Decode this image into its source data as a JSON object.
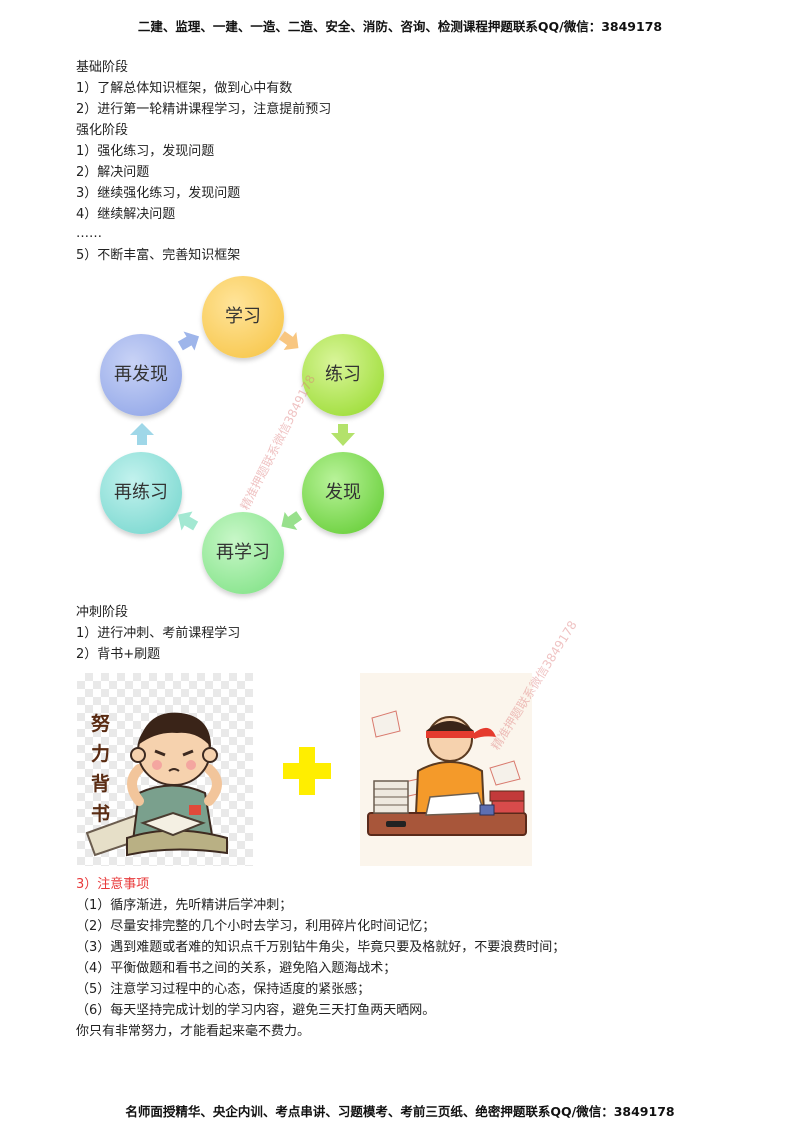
{
  "header": "二建、监理、一建、一造、二造、安全、消防、咨询、检测课程押题联系QQ/微信：3849178",
  "footer": "名师面授精华、央企内训、考点串讲、习题模考、考前三页纸、绝密押题联系QQ/微信：3849178",
  "lines": [
    "基础阶段",
    "1）了解总体知识框架，做到心中有数",
    "2）进行第一轮精讲课程学习，注意提前预习",
    "强化阶段",
    "1）强化练习，发现问题",
    "2）解决问题",
    "3）继续强化练习，发现问题",
    "4）继续解决问题",
    "……",
    "5）不断丰富、完善知识框架"
  ],
  "cycle": {
    "study": "学习",
    "practice": "练习",
    "discover": "发现",
    "restudy": "再学习",
    "repractice": "再练习",
    "rediscover": "再发现"
  },
  "sprint": {
    "heading": "冲刺阶段",
    "item1": "1）进行冲刺、考前课程学习",
    "item2": "2）背书+刷题"
  },
  "illustration_text": "努力背书",
  "notes": {
    "heading": "3）注意事项",
    "items": [
      "（1）循序渐进，先听精讲后学冲刺；",
      "（2）尽量安排完整的几个小时去学习，利用碎片化时间记忆；",
      "（3）遇到难题或者难的知识点千万别钻牛角尖，毕竟只要及格就好，不要浪费时间；",
      "（4）平衡做题和看书之间的关系，避免陷入题海战术；",
      "（5）注意学习过程中的心态，保持适度的紧张感；",
      "（6）每天坚持完成计划的学习内容，避免三天打鱼两天晒网。"
    ],
    "closing": "你只有非常努力，才能看起来毫不费力。"
  },
  "watermark1": "精准押题联系微信3849178",
  "watermark2": "精准押题联系微信3849178",
  "colors": {
    "note_heading": "#e8393a",
    "plus": "#ffee00"
  }
}
